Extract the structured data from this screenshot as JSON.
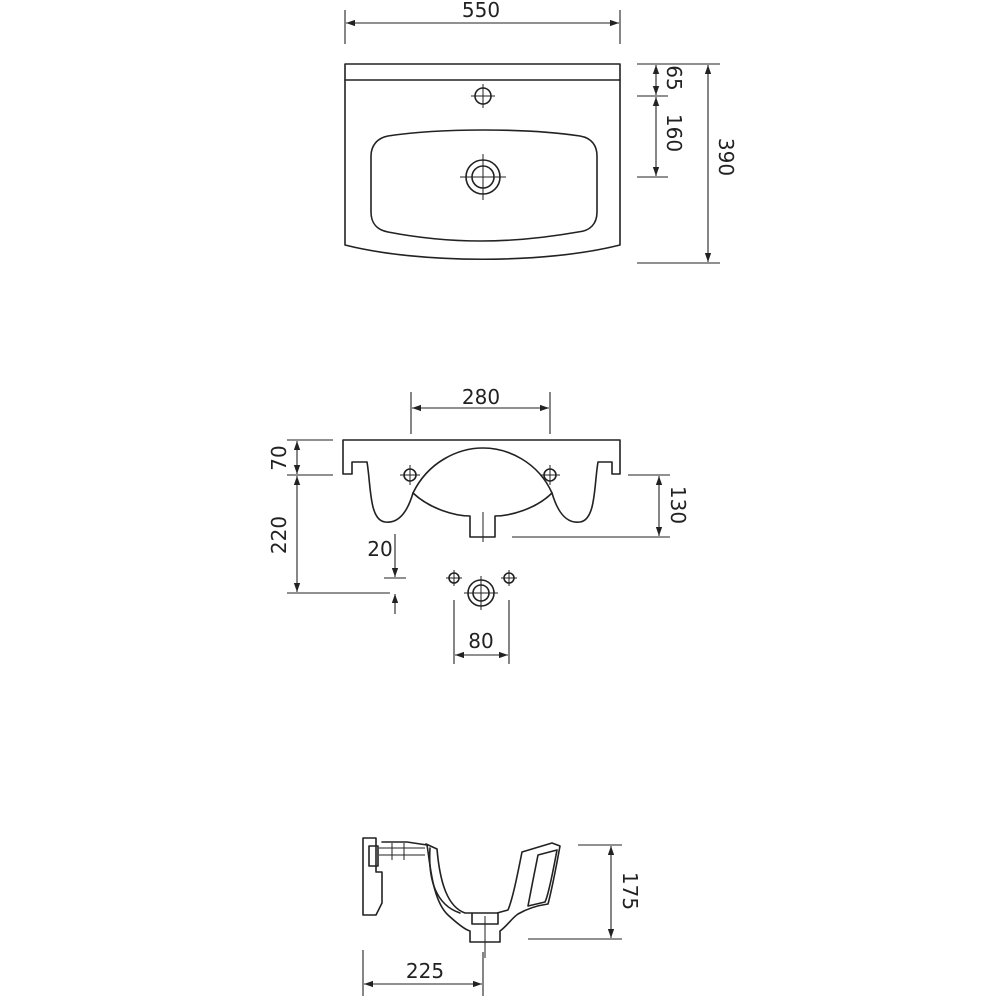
{
  "dimensions": {
    "top_width": "550",
    "top_depth_total": "390",
    "top_tap_offset": "65",
    "top_drain_offset": "160",
    "front_holes_spacing": "280",
    "front_rim_height": "70",
    "front_bowl_depth": "130",
    "front_mount_height": "220",
    "front_small_offset": "20",
    "front_outlet_spacing": "80",
    "side_height": "175",
    "side_projection": "225"
  }
}
